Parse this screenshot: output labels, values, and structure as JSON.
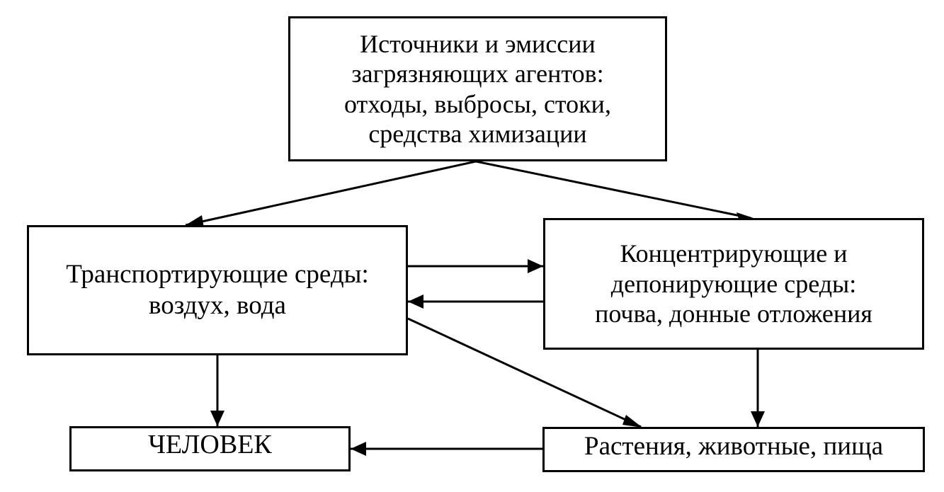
{
  "diagram": {
    "nodes": {
      "sources": {
        "label": "Источники и эмиссии\nзагрязняющих агентов:\nотходы, выбросы, стоки,\nсредства химизации"
      },
      "transport": {
        "label": "Транспортирующие среды:\nвоздух, вода"
      },
      "concentrating": {
        "label": "Концентрирующие и\nдепонирующие среды:\nпочва, донные отложения"
      },
      "human": {
        "label": "ЧЕЛОВЕК"
      },
      "biota": {
        "label": "Растения, животные, пища"
      }
    },
    "edges": [
      {
        "from": "sources",
        "to": "transport"
      },
      {
        "from": "sources",
        "to": "concentrating"
      },
      {
        "from": "transport",
        "to": "concentrating"
      },
      {
        "from": "concentrating",
        "to": "transport"
      },
      {
        "from": "transport",
        "to": "biota"
      },
      {
        "from": "transport",
        "to": "human"
      },
      {
        "from": "concentrating",
        "to": "biota"
      },
      {
        "from": "biota",
        "to": "human"
      }
    ],
    "colors": {
      "stroke": "#000000",
      "background": "#ffffff"
    }
  }
}
